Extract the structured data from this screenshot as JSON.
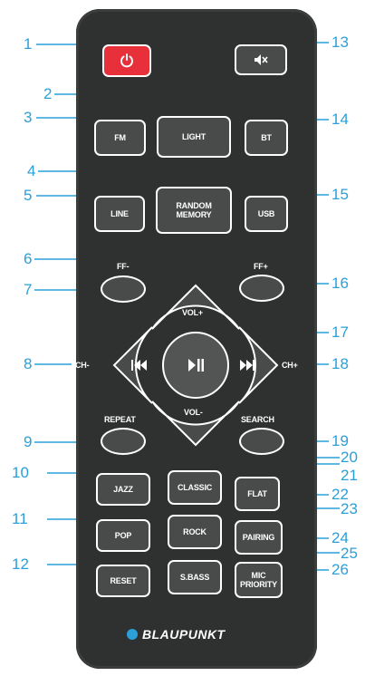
{
  "brand": "BLAUPUNKT",
  "colors": {
    "accent": "#2a9fd8",
    "power": "#e8303a",
    "body": "#2f3131",
    "button": "#494b4b"
  },
  "buttons": {
    "power_icon": "power-icon",
    "mute_icon": "mute-icon",
    "light": "LIGHT",
    "fm": "FM",
    "bt": "BT",
    "random_memory": "RANDOM\nMEMORY",
    "line": "LINE",
    "usb": "USB",
    "ff_minus": "FF-",
    "ff_plus": "FF+",
    "vol_plus": "VOL+",
    "vol_minus": "VOL-",
    "ch_minus": "CH-",
    "ch_plus": "CH+",
    "repeat": "REPEAT",
    "search": "SEARCH",
    "jazz": "JAZZ",
    "classic": "CLASSIC",
    "flat": "FLAT",
    "pop": "POP",
    "rock": "ROCK",
    "pairing": "PAIRING",
    "reset": "RESET",
    "sbass": "S.BASS",
    "mic_priority": "MIC\nPRIORITY"
  },
  "callouts": [
    "1",
    "2",
    "3",
    "4",
    "5",
    "6",
    "7",
    "8",
    "9",
    "10",
    "11",
    "12",
    "13",
    "14",
    "15",
    "16",
    "17",
    "18",
    "19",
    "20",
    "21",
    "22",
    "23",
    "24",
    "25",
    "26"
  ]
}
